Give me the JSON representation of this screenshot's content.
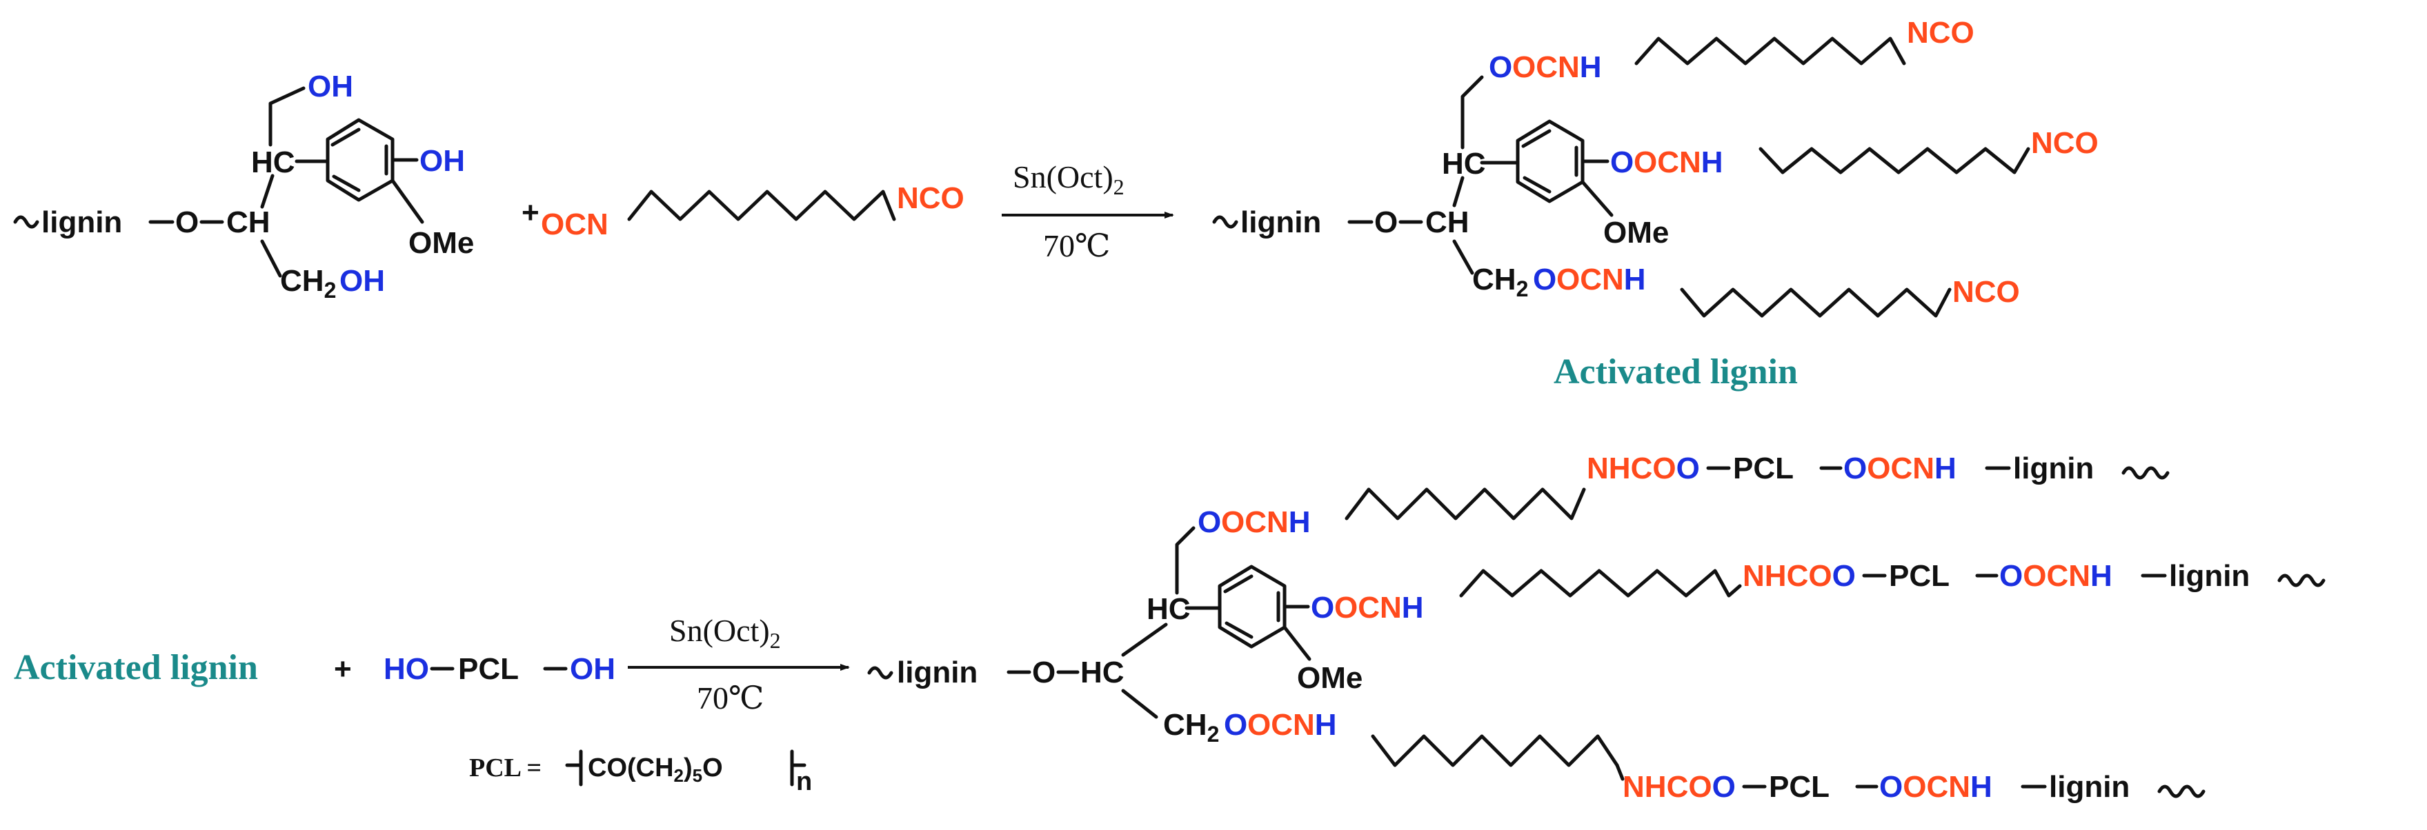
{
  "colors": {
    "black": "#111111",
    "red": "#ff4a1c",
    "blue": "#1a2fe0",
    "teal": "#1a8a8a"
  },
  "scheme1": {
    "lignin": "lignin",
    "O": "O",
    "CH": "CH",
    "HC": "HC",
    "CH2": "CH",
    "sub2": "2",
    "OH": "OH",
    "OMe": "OMe",
    "plus": "+",
    "OCN": "OCN",
    "NCO": "NCO",
    "catalyst": "Sn(Oct)",
    "catalyst_sub": "2",
    "temp": "70℃",
    "arrow_icon": "reaction-arrow-icon",
    "O2": "O",
    "OCNH": "OCNH",
    "product_label": "Activated lignin"
  },
  "scheme2": {
    "reactant_label": "Activated lignin",
    "plus": "+",
    "HO": "HO",
    "PCL": "PCL",
    "OH": "OH",
    "catalyst": "Sn(Oct)",
    "catalyst_sub": "2",
    "temp": "70℃",
    "pcl_def_lhs": "PCL =",
    "pcl_def_repeat": "CO(CH",
    "pcl_def_sub": "2",
    "pcl_def_tail": ")",
    "pcl_def_sub2": "5",
    "pcl_def_O": "O",
    "pcl_def_n": "n",
    "lignin": "lignin",
    "O": "O",
    "HC": "HC",
    "CH2": "CH",
    "sub2": "2",
    "OMe": "OMe",
    "OCNH": "OCNH",
    "O2": "O",
    "NH": "NH",
    "COO": "CO",
    "O3": "O",
    "dash_PCL": "PCL",
    "OOCNH": "OCNH",
    "end_lignin": "lignin"
  }
}
